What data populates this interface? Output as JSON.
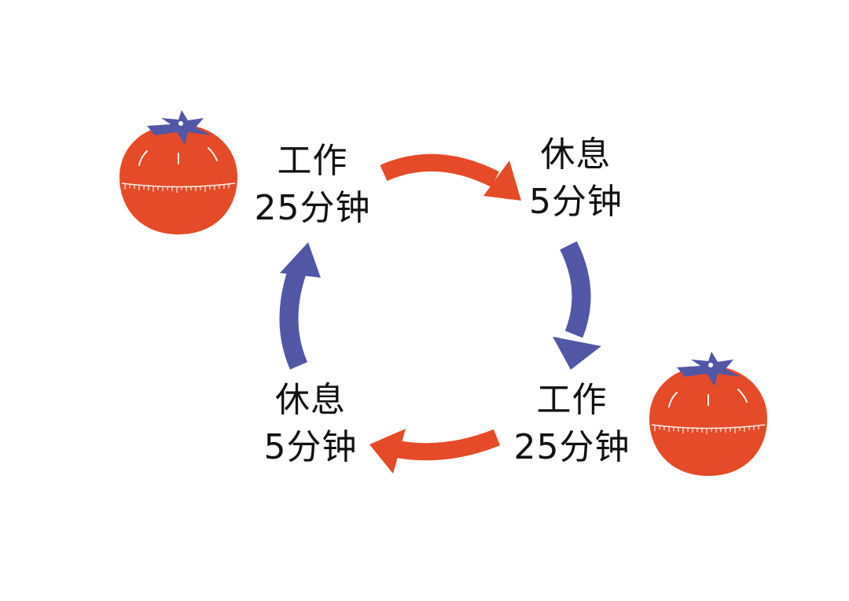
{
  "colors": {
    "tomato": "#E54B28",
    "leaf": "#5257A5",
    "cycle_work_to_rest": "#E54B28",
    "cycle_rest_to_work": "#5257A5",
    "text": "#111111"
  },
  "icons": {
    "tomato_timer": "tomato-timer-icon"
  },
  "stages": [
    {
      "id": "work-1",
      "label": "工作",
      "duration": "25分钟"
    },
    {
      "id": "rest-1",
      "label": "休息",
      "duration": "5分钟"
    },
    {
      "id": "work-2",
      "label": "工作",
      "duration": "25分钟"
    },
    {
      "id": "rest-2",
      "label": "休息",
      "duration": "5分钟"
    }
  ]
}
